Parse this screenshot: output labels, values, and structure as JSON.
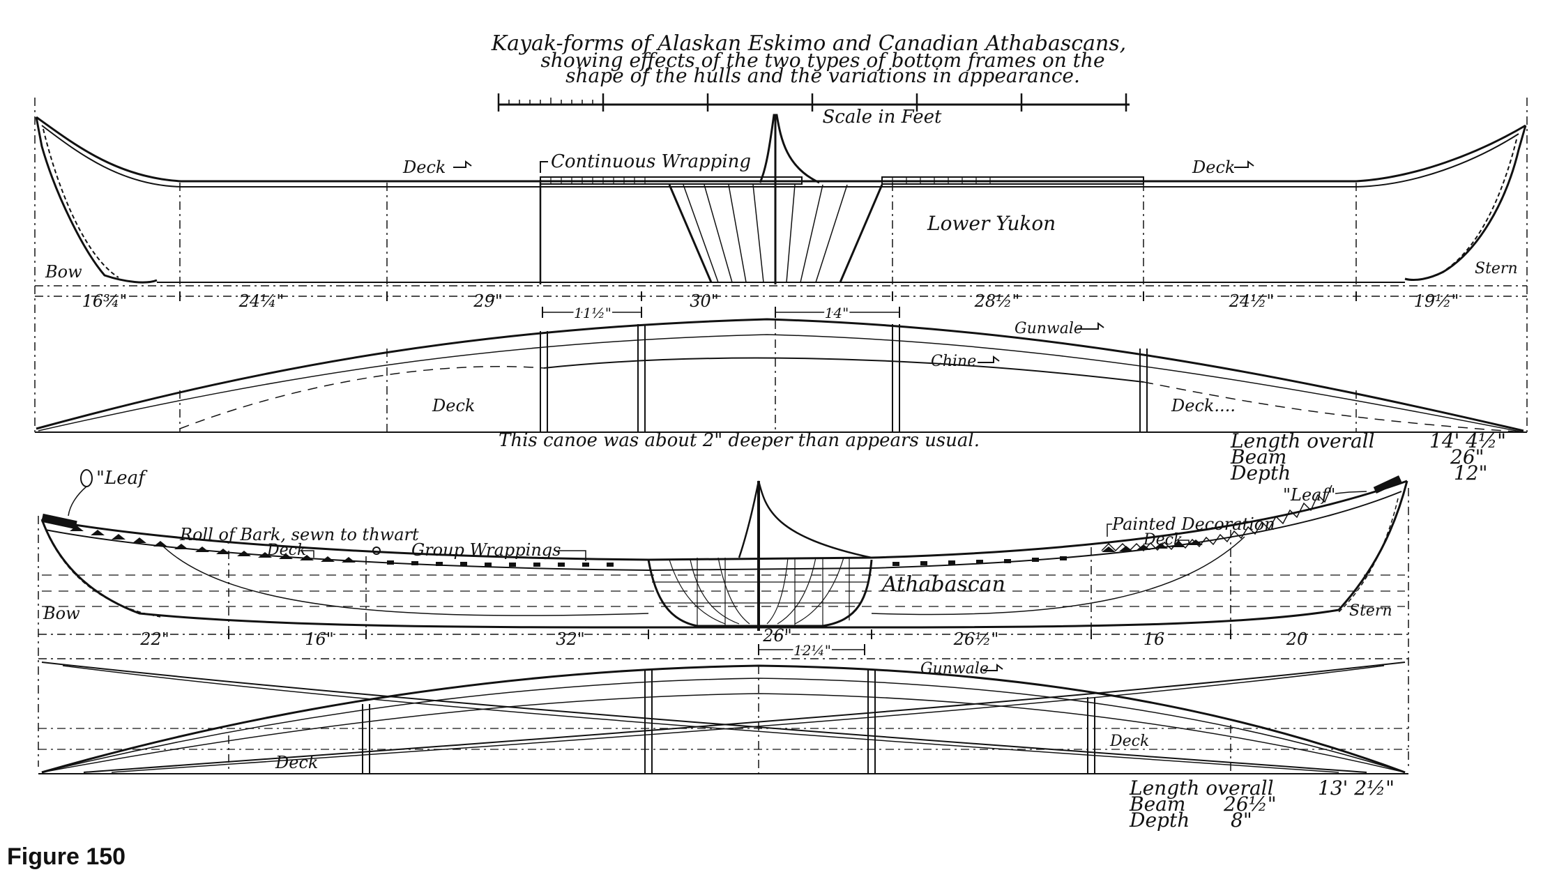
{
  "title": {
    "line1": "Kayak-forms of Alaskan Eskimo and Canadian Athabascans,",
    "line2": "showing effects of the two types of bottom frames on the",
    "line3": "shape of the hulls and the variations in appearance."
  },
  "scale_label": "Scale in Feet",
  "upper": {
    "labels": {
      "deck_left": "Deck",
      "continuous_wrapping": "Continuous Wrapping",
      "deck_right": "Deck",
      "lower_yukon": "Lower Yukon",
      "bow": "Bow",
      "stern": "Stern",
      "gunwale": "Gunwale",
      "chine": "Chine",
      "deck_plan_left": "Deck",
      "deck_plan_right": "Deck....",
      "note": "This canoe was about 2\" deeper than appears usual."
    },
    "dims": [
      "16¾\"",
      "24¼\"",
      "29\"",
      "30\"",
      "28½\"",
      "24½\"",
      "19½\""
    ],
    "subdims": [
      "11½\"",
      "14\""
    ],
    "specs": {
      "length_label": "Length overall",
      "length_value": "14' 4½\"",
      "beam_label": "Beam",
      "beam_value": "26\"",
      "depth_label": "Depth",
      "depth_value": "12\""
    }
  },
  "lower": {
    "labels": {
      "leaf_left": "\"Leaf",
      "roll_of_bark": "Roll of Bark, sewn to thwart",
      "deck_left": "Deck",
      "group_wrappings": "Group Wrappings",
      "athabascan": "Athabascan",
      "painted_decoration": "Painted Decoration",
      "deck_right": "Deck",
      "leaf_right": "\"Leaf\"",
      "bow": "Bow",
      "stern": "Stern",
      "gunwale": "Gunwale",
      "deck_plan_left": "Deck",
      "deck_plan_right": "Deck"
    },
    "dims": [
      "22\"",
      "16\"",
      "32\"",
      "26\"",
      "26½\"",
      "16",
      "20"
    ],
    "subdims": [
      "12¼\""
    ],
    "specs": {
      "length_label": "Length overall",
      "length_value": "13' 2½\"",
      "beam_label": "Beam",
      "beam_value": "26½\"",
      "depth_label": "Depth",
      "depth_value": "8\""
    }
  },
  "figure_caption": "Figure 150"
}
